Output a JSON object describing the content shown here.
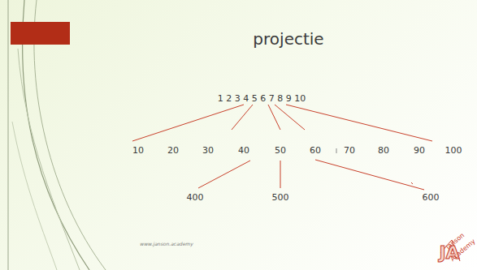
{
  "diagram": {
    "title": "projectie",
    "labels": [
      "1 2 3 4 5 6 7 8 9 10",
      "10",
      "20",
      "30",
      "40",
      "50",
      "60",
      "70",
      "80",
      "90",
      "100",
      "400",
      "500",
      "600",
      "www.janson.academy",
      "JA",
      "Janson",
      "Academy"
    ]
  }
}
